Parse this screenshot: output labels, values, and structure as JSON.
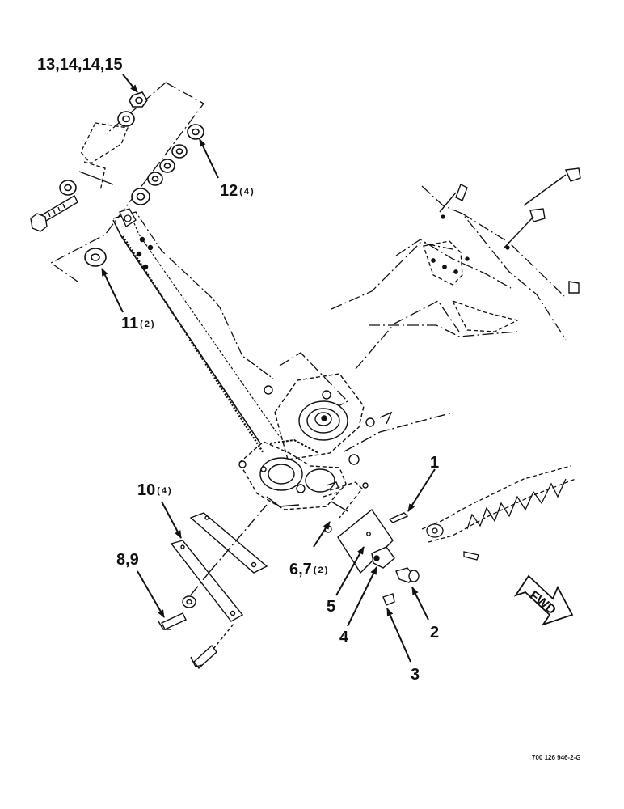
{
  "callouts": {
    "c13": "13,14,14,15",
    "c12": "12",
    "c12_qty": "(4)",
    "c11": "11",
    "c11_qty": "(2)",
    "c1": "1",
    "c10": "10",
    "c10_qty": "(4)",
    "c89": "8,9",
    "c67": "6,7",
    "c67_qty": "(2)",
    "c5": "5",
    "c4": "4",
    "c2": "2",
    "c3": "3"
  },
  "direction_arrow": {
    "label": "FWD"
  },
  "drawing_code": "700 126 946-2-G"
}
